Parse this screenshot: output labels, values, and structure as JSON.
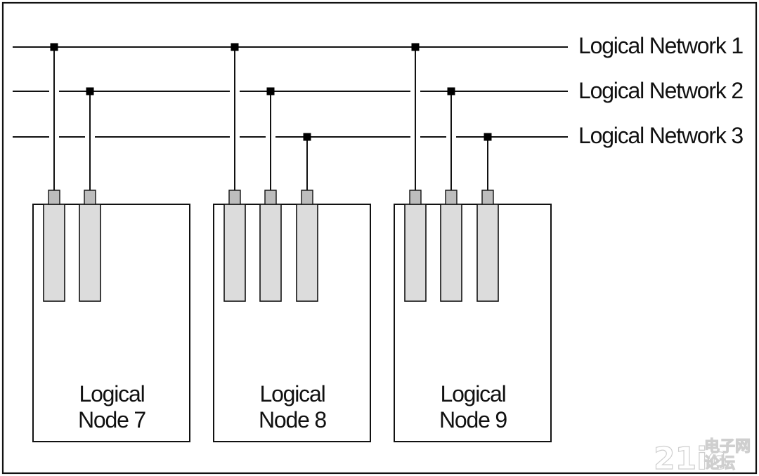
{
  "networks": [
    {
      "label": "Logical Network 1"
    },
    {
      "label": "Logical Network 2"
    },
    {
      "label": "Logical Network 3"
    }
  ],
  "nodes": [
    {
      "label_line1": "Logical",
      "label_line2": "Node 7",
      "connected_networks": [
        1,
        2
      ]
    },
    {
      "label_line1": "Logical",
      "label_line2": "Node 8",
      "connected_networks": [
        1,
        2,
        3
      ]
    },
    {
      "label_line1": "Logical",
      "label_line2": "Node 9",
      "connected_networks": [
        1,
        2,
        3
      ]
    }
  ],
  "colors": {
    "line": "#111111",
    "junction": "#000000",
    "adapter_fill": "#dcdcdc",
    "connector_fill": "#bdbdbd",
    "node_fill": "#ffffff",
    "watermark": "#cfcfcf"
  },
  "watermark": {
    "text_latin": "21ic",
    "text_cjk_top": "电子网",
    "text_cjk_bottom": "论坛"
  }
}
